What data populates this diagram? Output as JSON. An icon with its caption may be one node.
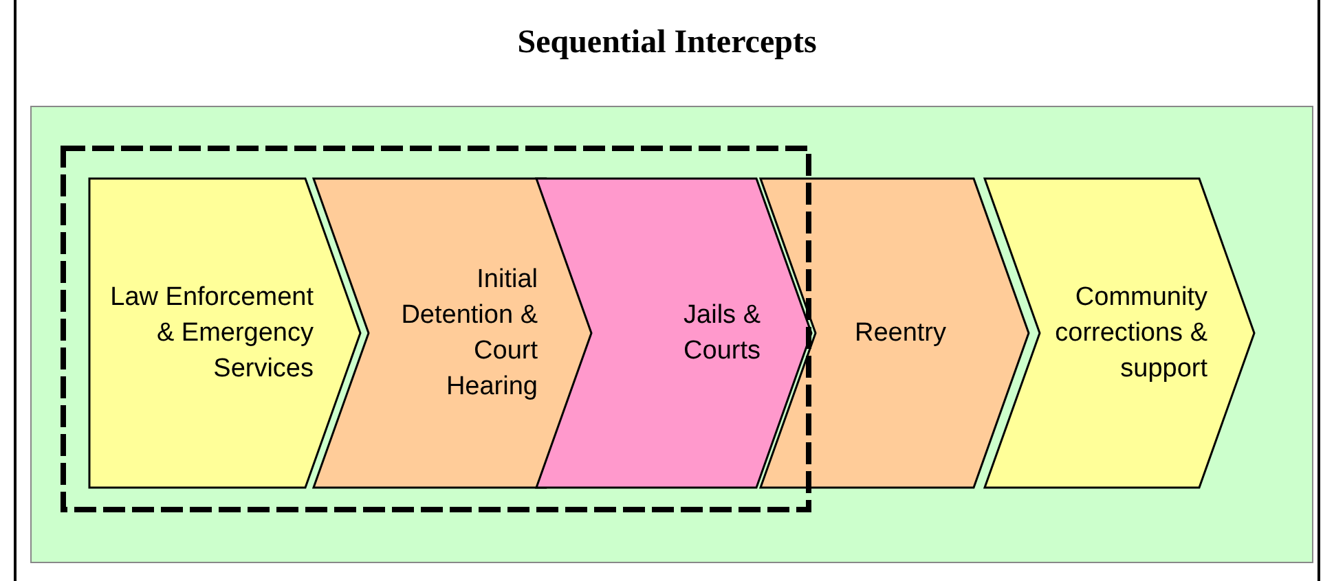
{
  "diagram": {
    "title": "Sequential Intercepts",
    "nodes": [
      {
        "text": [
          "Law Enforcement & Emergency Services"
        ]
      },
      {
        "text": [
          "Initial Detention & Court Hearing"
        ]
      },
      {
        "text": [
          "Jails & Courts"
        ]
      },
      {
        "text": [
          "Reentry"
        ]
      },
      {
        "text": [
          "Community corrections & support"
        ]
      }
    ]
  }
}
